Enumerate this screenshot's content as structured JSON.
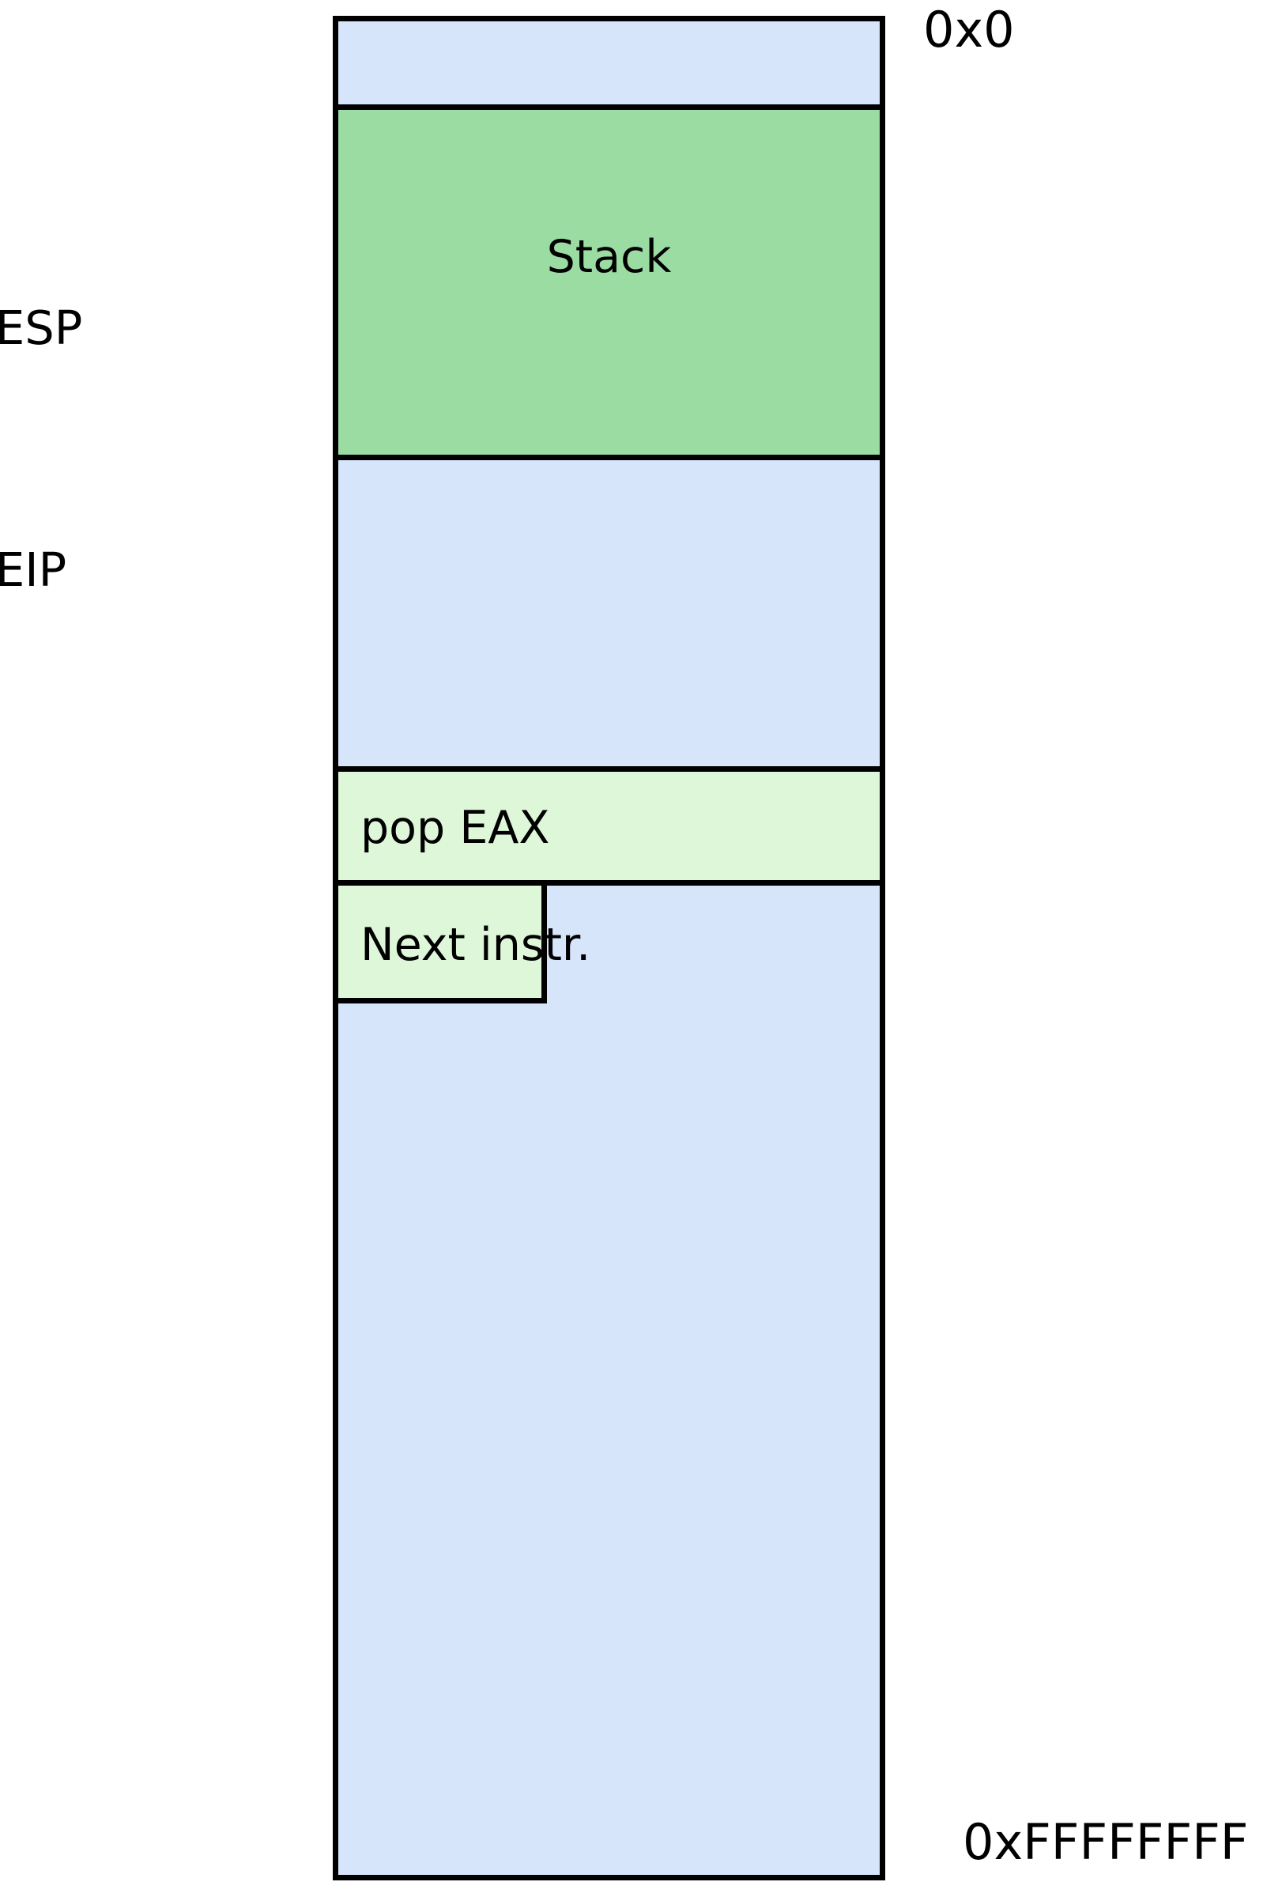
{
  "diagram": {
    "title": "x86 memory layout with stack and instruction pointer",
    "colors": {
      "memory_fill": "#d7e5fb",
      "stack_fill": "#9bdca3",
      "instruction_fill": "#ddf7d8",
      "border": "#000000",
      "text": "#000000",
      "background": "#ffffff"
    },
    "address_labels": {
      "top": "0x0",
      "bottom": "0xFFFFFFFF"
    },
    "registers": [
      {
        "name": "ESP",
        "label": "ESP"
      },
      {
        "name": "EIP",
        "label": "EIP"
      }
    ],
    "segments": [
      {
        "id": "unused-top",
        "label": "",
        "fill": "memory_fill"
      },
      {
        "id": "stack",
        "label": "Stack",
        "fill": "stack_fill"
      },
      {
        "id": "gap",
        "label": "",
        "fill": "memory_fill"
      },
      {
        "id": "pop-eax",
        "label": "pop EAX",
        "fill": "instruction_fill"
      },
      {
        "id": "next-instr",
        "label": "Next instr.",
        "fill": "instruction_fill"
      },
      {
        "id": "unused-bottom",
        "label": "",
        "fill": "memory_fill"
      }
    ]
  }
}
